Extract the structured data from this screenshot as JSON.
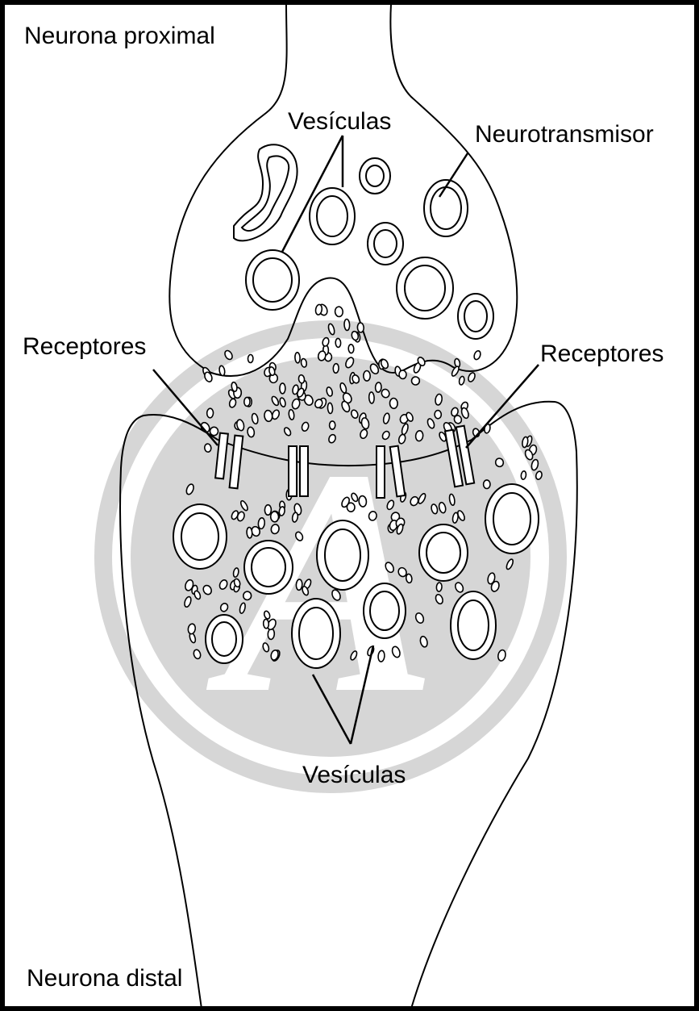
{
  "labels": {
    "proximal": "Neurona proximal",
    "distal": "Neurona distal",
    "vesicles_top": "Vesículas",
    "neurotransmitter": "Neurotransmisor",
    "receptors_left": "Receptores",
    "receptors_right": "Receptores",
    "vesicles_bottom": "Vesículas"
  },
  "watermark": {
    "letter": "A"
  },
  "colors": {
    "line": "#000000",
    "background": "#ffffff",
    "watermark": "#d6d6d6"
  }
}
